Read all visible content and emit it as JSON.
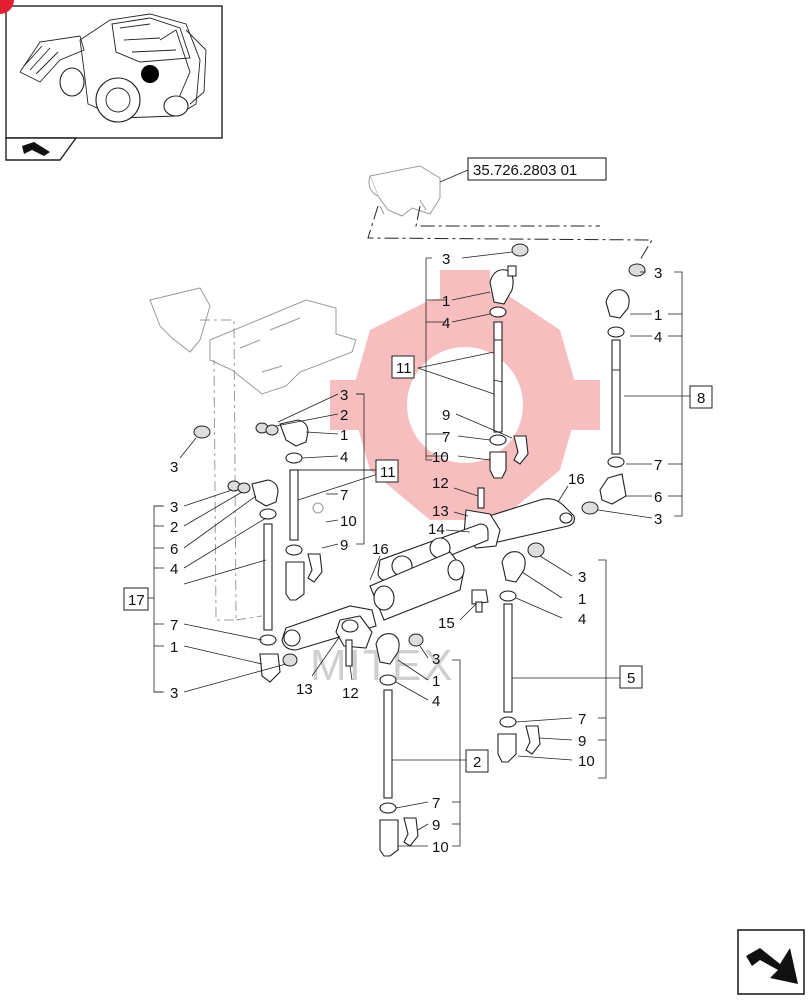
{
  "reference": {
    "code": "35.726.2803 01"
  },
  "watermark": {
    "text": "MITEX"
  },
  "colors": {
    "watermark": "#e9474a",
    "line": "#222222",
    "ghost": "#9a9a9a"
  },
  "icons": {
    "corner_badge": "corner-marker-icon",
    "nav_prev": "previous-page-icon",
    "nav_next": "next-page-icon"
  },
  "boxed_labels": {
    "b11a": "11",
    "b11b": "11",
    "b8": "8",
    "b17": "17",
    "b5": "5",
    "b2": "2"
  },
  "labels": {
    "r1": "3",
    "r2": "1",
    "r3": "4",
    "r4": "9",
    "r5": "7",
    "r6": "10",
    "r7": "3",
    "r8": "1",
    "r9": "4",
    "r10": "7",
    "r11": "6",
    "r12": "3",
    "m1": "3",
    "m2": "2",
    "m3": "1",
    "m4": "4",
    "m5": "7",
    "m6": "10",
    "m7": "9",
    "m8": "3",
    "l1": "3",
    "l2": "2",
    "l3": "6",
    "l4": "4",
    "l5": "7",
    "l6": "1",
    "l7": "3",
    "c12a": "12",
    "c13a": "13",
    "c14": "14",
    "c16a": "16",
    "c16b": "16",
    "c15": "15",
    "c13b": "13",
    "c12b": "12",
    "s1": "3",
    "s2": "1",
    "s3": "4",
    "s4": "7",
    "s5": "9",
    "s6": "10",
    "d1": "3",
    "d2": "1",
    "d3": "4",
    "d4": "7",
    "d5": "9",
    "d6": "10"
  }
}
